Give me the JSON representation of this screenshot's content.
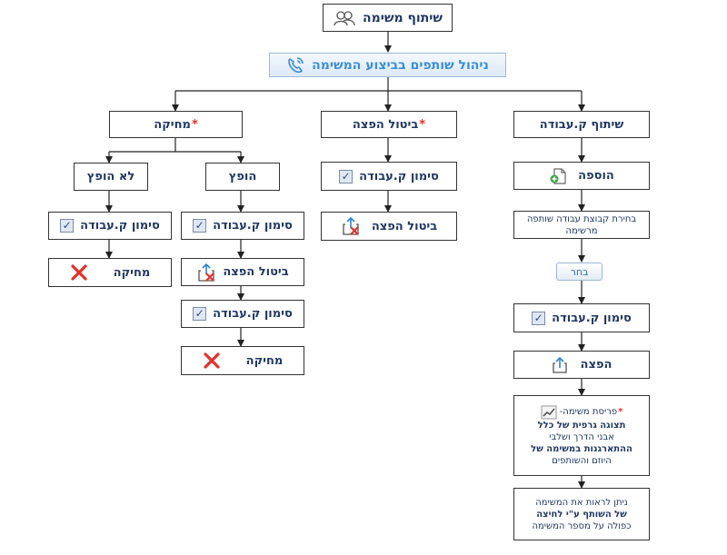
{
  "title": "שיתוף משימה",
  "management": "ניהול שותפים בביצוע המשימה",
  "columns": {
    "share_team": {
      "header": "שיתוף ק.עבודה",
      "add": "הוספה",
      "choose_group": "בחירת קבוצת עבודה שותפה מרשימה",
      "select_button": "בחר",
      "mark": "סימון ק.עבודה",
      "publish": "הפצה",
      "breakdown_title": "פריסת משימה-",
      "breakdown_line1": "תצוגה גרפית של כלל",
      "breakdown_line2": "אבני הדרך ושלבי",
      "breakdown_line3": "ההתארגנות במשימה של",
      "breakdown_line4": "היוזם והשותפים",
      "view_line1": "ניתן לראות את המשימה",
      "view_line2": "של השותף ע\"י לחיצה",
      "view_line3": "כפולה על מספר המשימה"
    },
    "cancel_publish": {
      "header": "ביטול הפצה",
      "mark": "סימון ק.עבודה",
      "cancel": "ביטול הפצה"
    },
    "delete": {
      "header": "מחיקה",
      "published": {
        "header": "הופץ",
        "mark1": "סימון ק.עבודה",
        "cancel": "ביטול הפצה",
        "mark2": "סימון ק.עבודה",
        "delete": "מחיקה"
      },
      "not_published": {
        "header": "לא הופץ",
        "mark": "סימון ק.עבודה",
        "delete": "מחיקה"
      }
    }
  },
  "required_mark": "*",
  "icons": {
    "users": "users-icon",
    "phone": "phone-icon",
    "checkbox": "checkbox-icon",
    "add_doc": "add-document-icon",
    "export": "export-icon",
    "cancel_publish": "cancel-publish-icon",
    "delete_x": "delete-x-icon",
    "chart": "chart-icon"
  },
  "colors": {
    "text": "#1f3864",
    "required": "#e0312b",
    "delete_x": "#e0312b",
    "accent": "#3b8ed8"
  }
}
